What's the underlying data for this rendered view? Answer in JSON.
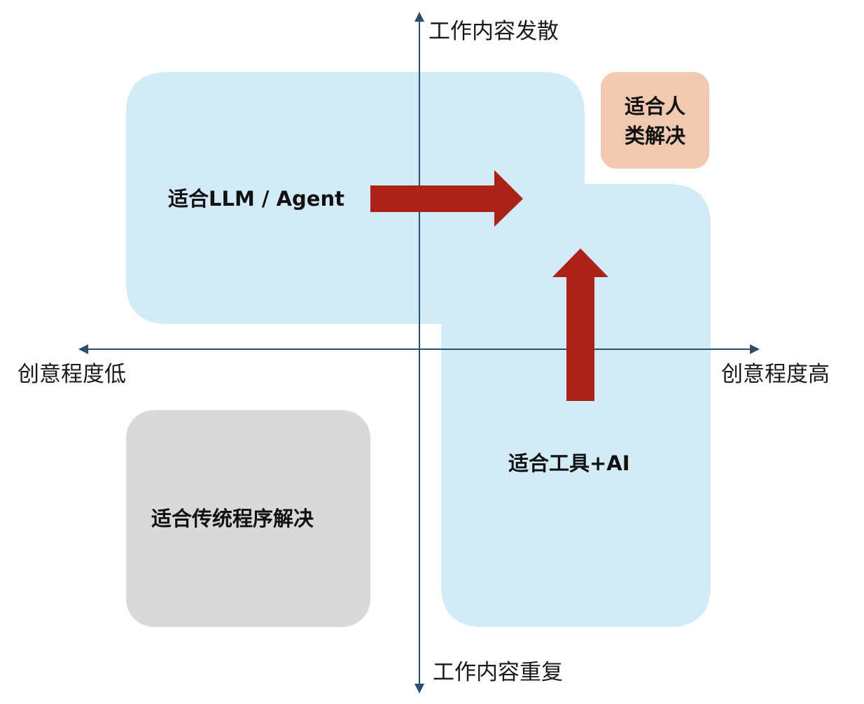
{
  "axes": {
    "top_label": "工作内容发散",
    "bottom_label": "工作内容重复",
    "left_label": "创意程度低",
    "right_label": "创意程度高"
  },
  "regions": {
    "llm_agent": "适合LLM / Agent",
    "human_line1": "适合人",
    "human_line2": "类解决",
    "tool_ai": "适合工具+AI",
    "traditional": "适合传统程序解决"
  },
  "colors": {
    "blue_region": "#d3ebf7",
    "human_region": "#f0c9b0",
    "traditional_region": "#d9d9d9",
    "arrow": "#ac2219",
    "axis": "#2d4e6a"
  },
  "icons": {
    "arrow_right": "arrow-right-icon",
    "arrow_up": "arrow-up-icon"
  }
}
